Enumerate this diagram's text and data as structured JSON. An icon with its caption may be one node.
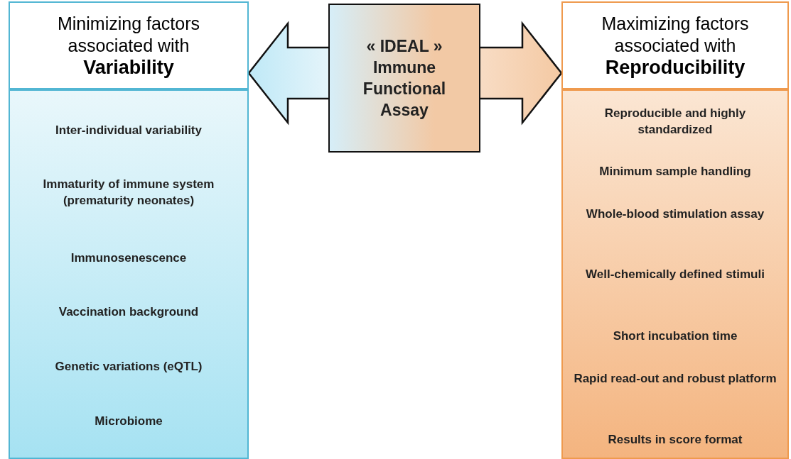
{
  "diagram": {
    "nodes": [
      {
        "text": [
          "Minimizing factors associated with **Variability**"
        ]
      },
      {
        "text": [
          "Inter-individual variability",
          "Immaturity of immune system (prematurity  neonates)",
          "Immunosenescence",
          "Vaccination background",
          "Genetic variations (eQTL)",
          "Microbiome"
        ]
      },
      {
        "text": [
          "« IDEAL » Immune Functional Assay"
        ]
      },
      {
        "text": [
          "Maximizing factors associated with **Reproducibility**"
        ]
      },
      {
        "text": [
          "Reproducible and highly standardized",
          "Minimum sample handling",
          "Whole-blood stimulation assay",
          "Well-chemically defined stimuli",
          "Short incubation time",
          "Rapid read-out and robust platform",
          "Results in score format"
        ]
      }
    ],
    "edges": [
      {
        "from": 2,
        "to": 0,
        "arrow": "to"
      },
      {
        "from": 2,
        "to": 3,
        "arrow": "to"
      }
    ]
  }
}
